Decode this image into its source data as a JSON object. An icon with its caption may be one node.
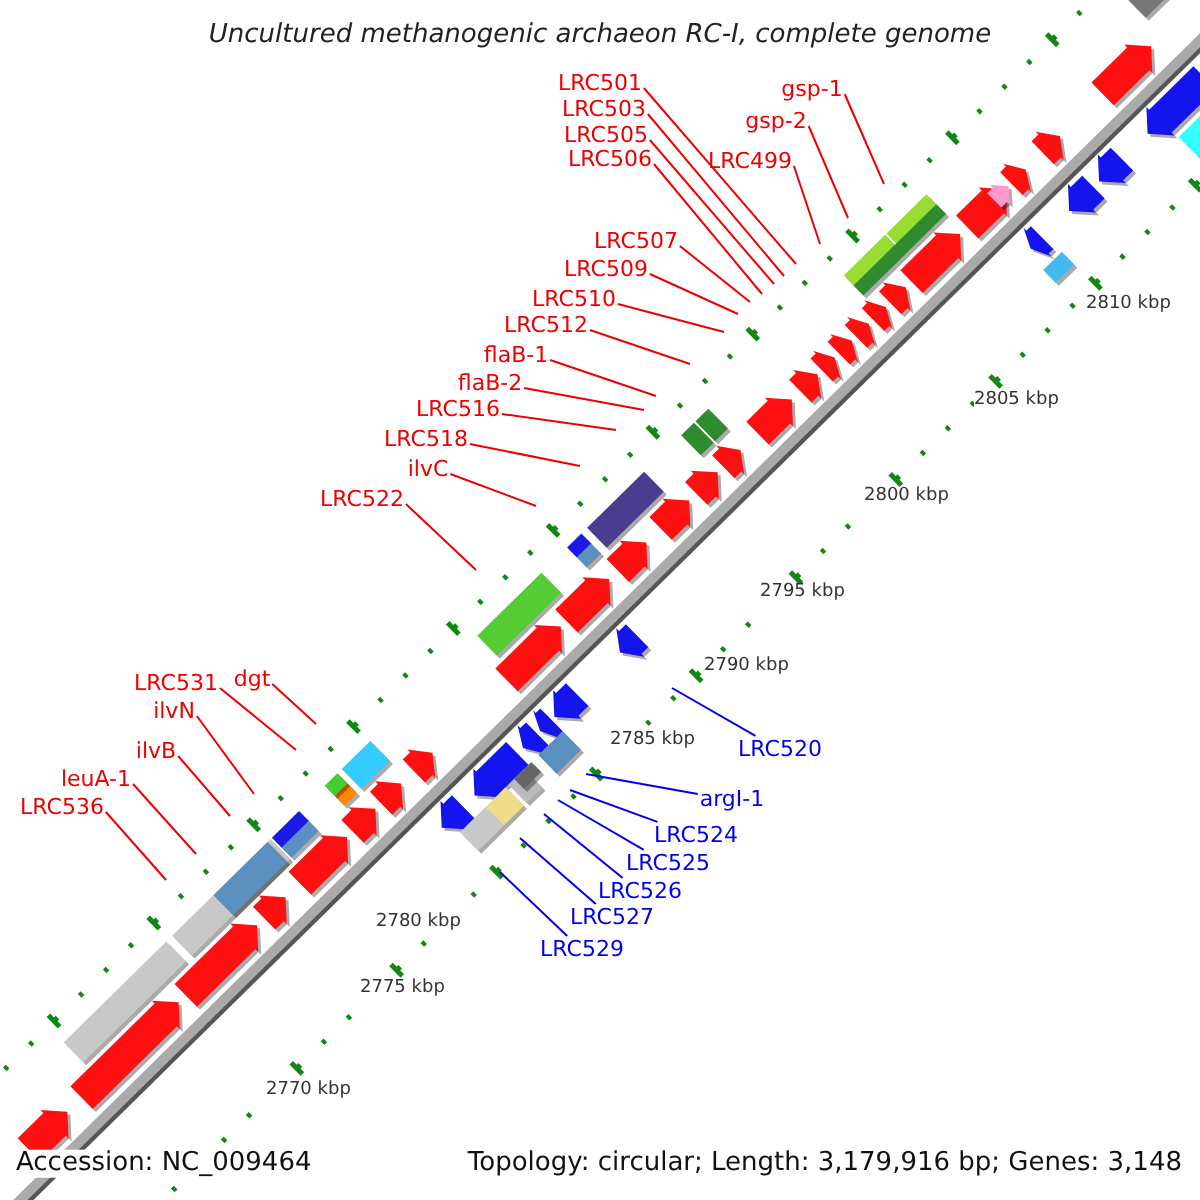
{
  "diagram": {
    "title": "Uncultured methanogenic archaeon RC-I, complete genome",
    "nodes": [
      {
        "text": [
          "LRC501"
        ]
      },
      {
        "text": [
          "gsp-1"
        ]
      },
      {
        "text": [
          "LRC503"
        ]
      },
      {
        "text": [
          "gsp-2"
        ]
      },
      {
        "text": [
          "LRC505"
        ]
      },
      {
        "text": [
          "LRC506"
        ]
      },
      {
        "text": [
          "LRC499"
        ]
      },
      {
        "text": [
          "LRC507"
        ]
      },
      {
        "text": [
          "LRC509"
        ]
      },
      {
        "text": [
          "LRC510"
        ]
      },
      {
        "text": [
          "LRC512"
        ]
      },
      {
        "text": [
          "flaB-1"
        ]
      },
      {
        "text": [
          "flaB-2"
        ]
      },
      {
        "text": [
          "LRC516"
        ]
      },
      {
        "text": [
          "LRC518"
        ]
      },
      {
        "text": [
          "ilvC"
        ]
      },
      {
        "text": [
          "LRC522"
        ]
      },
      {
        "text": [
          "dgt"
        ]
      },
      {
        "text": [
          "LRC531"
        ]
      },
      {
        "text": [
          "ilvN"
        ]
      },
      {
        "text": [
          "LRC520"
        ]
      },
      {
        "text": [
          "ilvB"
        ]
      },
      {
        "text": [
          "leuA-1"
        ]
      },
      {
        "text": [
          "argI-1"
        ]
      },
      {
        "text": [
          "LRC536"
        ]
      },
      {
        "text": [
          "LRC524"
        ]
      },
      {
        "text": [
          "LRC525"
        ]
      },
      {
        "text": [
          "LRC526"
        ]
      },
      {
        "text": [
          "LRC527"
        ]
      },
      {
        "text": [
          "LRC529"
        ]
      }
    ],
    "edges": [
      {
        "from": 0,
        "to": null,
        "arrow": "none"
      },
      {
        "from": 1,
        "to": null,
        "arrow": "none"
      },
      {
        "from": 2,
        "to": null,
        "arrow": "none"
      },
      {
        "from": 3,
        "to": null,
        "arrow": "none"
      },
      {
        "from": 4,
        "to": null,
        "arrow": "none"
      },
      {
        "from": 5,
        "to": null,
        "arrow": "none"
      },
      {
        "from": 6,
        "to": null,
        "arrow": "none"
      },
      {
        "from": 7,
        "to": null,
        "arrow": "none"
      },
      {
        "from": 8,
        "to": null,
        "arrow": "none"
      },
      {
        "from": 9,
        "to": null,
        "arrow": "none"
      },
      {
        "from": 10,
        "to": null,
        "arrow": "none"
      },
      {
        "from": 11,
        "to": null,
        "arrow": "none"
      },
      {
        "from": 12,
        "to": null,
        "arrow": "none"
      },
      {
        "from": 13,
        "to": null,
        "arrow": "none"
      },
      {
        "from": 14,
        "to": null,
        "arrow": "none"
      },
      {
        "from": 15,
        "to": null,
        "arrow": "none"
      },
      {
        "from": 16,
        "to": null,
        "arrow": "none"
      },
      {
        "from": 17,
        "to": null,
        "arrow": "none"
      },
      {
        "from": 18,
        "to": null,
        "arrow": "none"
      },
      {
        "from": 19,
        "to": null,
        "arrow": "none"
      },
      {
        "from": 20,
        "to": null,
        "arrow": "none",
        "color": "#0000ee"
      },
      {
        "from": 21,
        "to": null,
        "arrow": "none"
      },
      {
        "from": 22,
        "to": null,
        "arrow": "none"
      },
      {
        "from": 23,
        "to": null,
        "arrow": "none",
        "color": "#0000ee"
      },
      {
        "from": 24,
        "to": null,
        "arrow": "none"
      },
      {
        "from": 25,
        "to": null,
        "arrow": "none",
        "color": "#0000ee"
      },
      {
        "from": 26,
        "to": null,
        "arrow": "none",
        "color": "#0000ee"
      },
      {
        "from": 27,
        "to": null,
        "arrow": "none",
        "color": "#0000ee"
      },
      {
        "from": 28,
        "to": null,
        "arrow": "none",
        "color": "#0000ee"
      },
      {
        "from": 29,
        "to": null,
        "arrow": "none",
        "color": "#0000ee"
      }
    ],
    "labels": [
      "2810 kbp",
      "2805 kbp",
      "2800 kbp",
      "2795 kbp",
      "2790 kbp",
      "2785 kbp",
      "2780 kbp",
      "2775 kbp",
      "2770 kbp",
      "Accession: NC_009464",
      "Topology: circular; Length: 3,179,916 bp; Genes: 3,148"
    ]
  }
}
